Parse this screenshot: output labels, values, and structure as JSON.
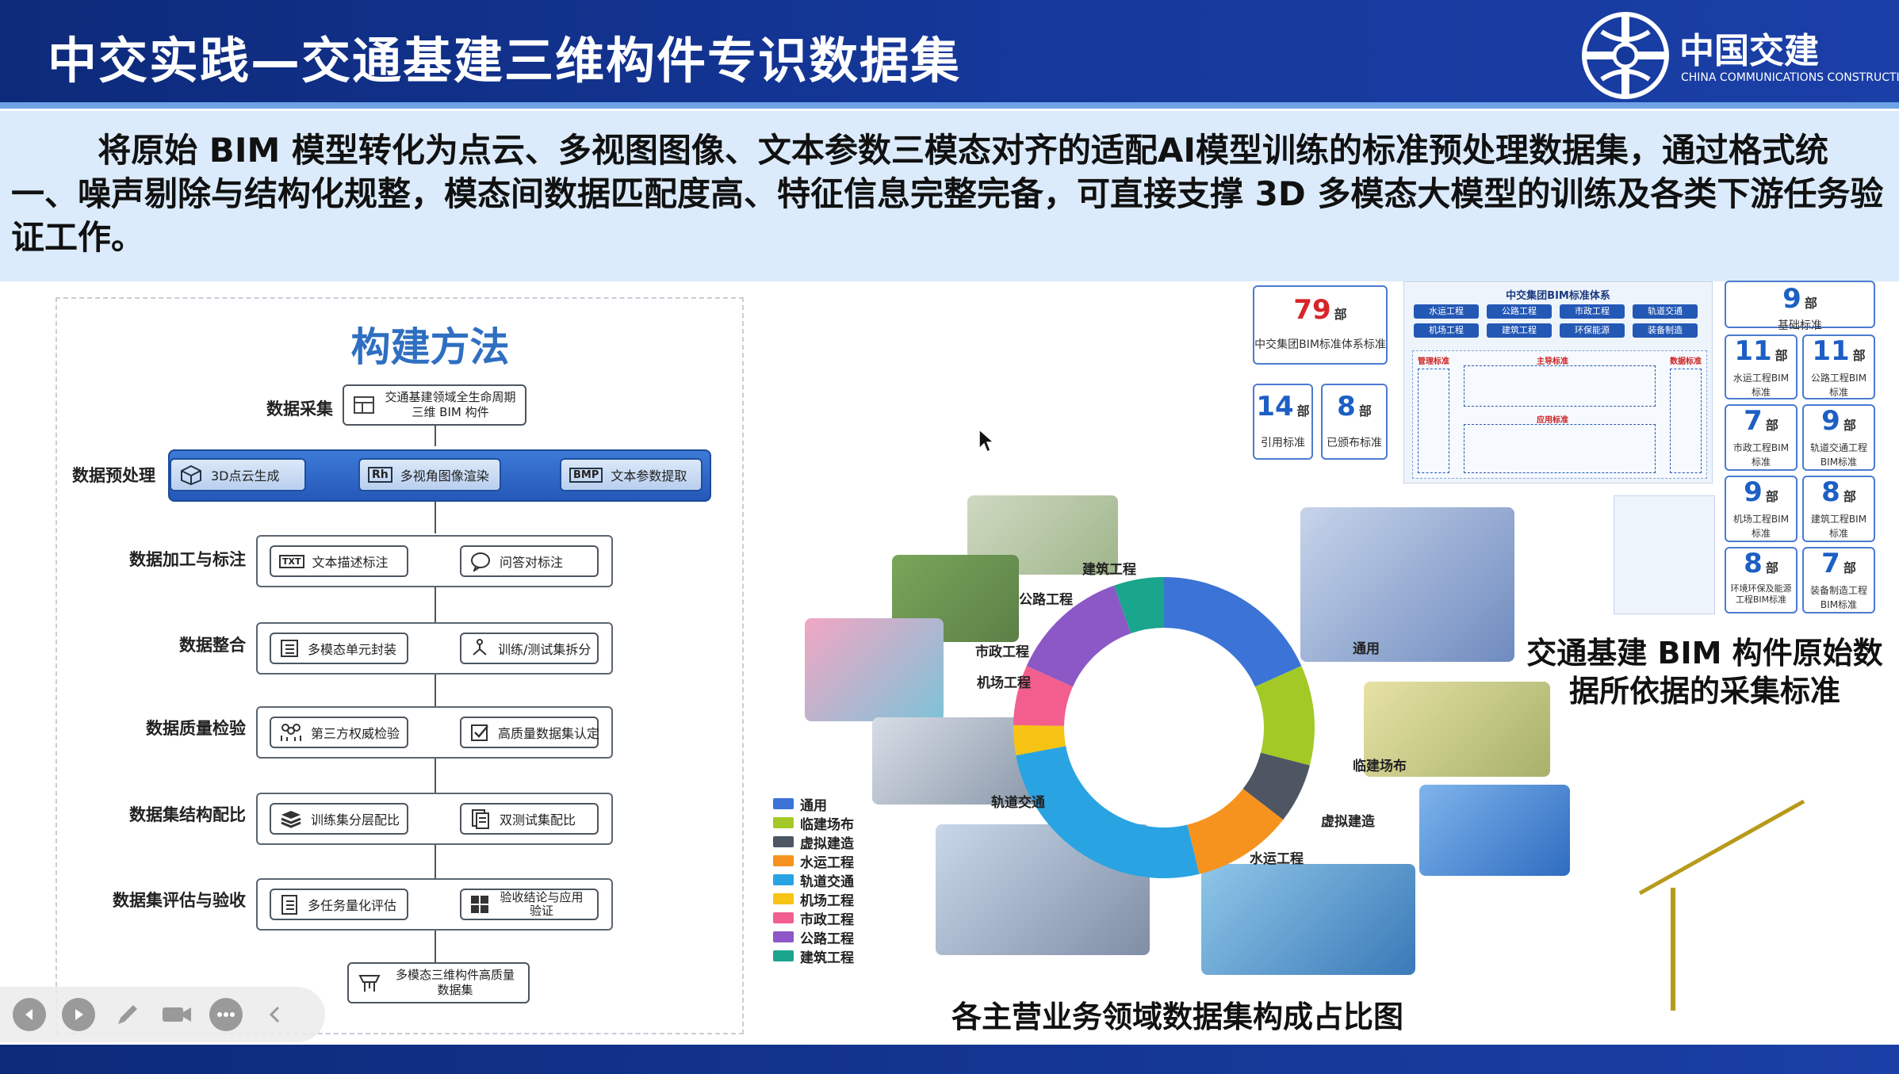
{
  "header": {
    "title": "中交实践—交通基建三维构件专识数据集",
    "logo_text": "中国交建",
    "logo_sub": "CHINA COMMUNICATIONS CONSTRUCTION"
  },
  "intro": {
    "text": "将原始 BIM 模型转化为点云、多视图图像、文本参数三模态对齐的适配AI模型训练的标准预处理数据集，通过格式统一、噪声剔除与结构化规整，模态间数据匹配度高、特征信息完整完备，可直接支撑 3D 多模态大模型的训练及各类下游任务验证工作。"
  },
  "flow": {
    "title": "构建方法",
    "steps": [
      {
        "label": "数据采集",
        "items": [
          "交通基建领域全生命周期三维 BIM 构件"
        ]
      },
      {
        "label": "数据预处理",
        "items": [
          "3D点云生成",
          "多视角图像渲染",
          "文本参数提取"
        ]
      },
      {
        "label": "数据加工与标注",
        "items": [
          "文本描述标注",
          "问答对标注"
        ]
      },
      {
        "label": "数据整合",
        "items": [
          "多模态单元封装",
          "训练/测试集拆分"
        ]
      },
      {
        "label": "数据质量检验",
        "items": [
          "第三方权威检验",
          "高质量数据集认定"
        ]
      },
      {
        "label": "数据集结构配比",
        "items": [
          "训练集分层配比",
          "双测试集配比"
        ]
      },
      {
        "label": "数据集评估与验收",
        "items": [
          "多任务量化评估",
          "验收结论与应用验证"
        ]
      }
    ],
    "output": "多模态三维构件高质量数据集",
    "icon_text": {
      "rh": "Rh",
      "bmp": "BMP",
      "txt": "TXT"
    }
  },
  "chart_data": {
    "type": "pie",
    "donut": true,
    "categories": [
      "通用",
      "临建场布",
      "虚拟建造",
      "水运工程",
      "轨道交通",
      "机场工程",
      "市政工程",
      "公路工程",
      "建筑工程"
    ],
    "values": [
      17,
      10,
      6,
      10,
      24,
      3,
      6,
      12,
      5
    ],
    "colors": [
      "#3b74d6",
      "#a3c927",
      "#4e5663",
      "#f6931f",
      "#2aa3e2",
      "#f7c315",
      "#f25f8e",
      "#8c58c6",
      "#1aa58d"
    ],
    "legend_position": "left-bottom",
    "caption": "各主营业务领域数据集构成占比图"
  },
  "standards": {
    "caption": "交通基建 BIM 构件原始数据所依据的采集标准",
    "unit": "部",
    "main": {
      "count": "79",
      "name": "中交集团BIM标准体系标准"
    },
    "left": [
      {
        "count": "14",
        "name": "引用标准"
      },
      {
        "count": "8",
        "name": "已颁布标准"
      }
    ],
    "right": [
      {
        "count": "9",
        "name": "基础标准"
      },
      {
        "count": "11",
        "name": "水运工程BIM标准"
      },
      {
        "count": "11",
        "name": "公路工程BIM标准"
      },
      {
        "count": "7",
        "name": "市政工程BIM标准"
      },
      {
        "count": "9",
        "name": "轨道交通工程BIM标准"
      },
      {
        "count": "9",
        "name": "机场工程BIM标准"
      },
      {
        "count": "8",
        "name": "建筑工程BIM标准"
      },
      {
        "count": "8",
        "name": "环境环保及能源工程BIM标准"
      },
      {
        "count": "7",
        "name": "装备制造工程BIM标准"
      }
    ],
    "system": {
      "title": "中交集团BIM标准体系",
      "chips": [
        "水运工程",
        "公路工程",
        "市政工程",
        "轨道交通",
        "机场工程",
        "建筑工程",
        "环保能源",
        "装备制造"
      ],
      "left_tag": "管理标准",
      "center_tag": "主导标准",
      "bottom_tag": "应用标准",
      "right_tag": "数据标准"
    }
  },
  "player": {
    "controls": [
      "prev-icon",
      "play-icon",
      "pen-icon",
      "camera-icon",
      "more-icon",
      "collapse-icon"
    ]
  }
}
